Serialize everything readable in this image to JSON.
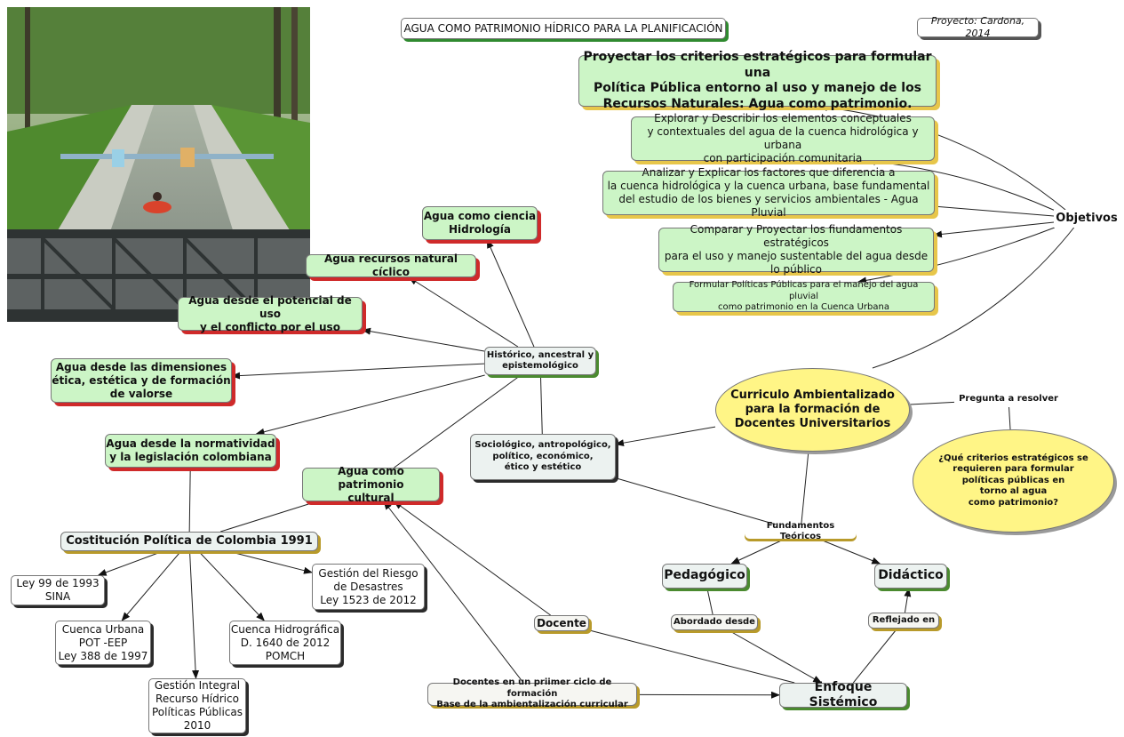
{
  "title": "AGUA COMO PATRIMONIO HÍDRICO PARA LA PLANIFICACIÓN",
  "project": "Proyecto: Cardona, 2014",
  "objectives_label": "Objetivos",
  "objectives": [
    "Proyectar los criterios estratégicos para formular una\nPolítica Pública entorno al uso y manejo de los\nRecursos Naturales: Agua como patrimonio.",
    "Explorar y Describir los elementos conceptuales\ny contextuales del agua de la cuenca hidrológica y urbana\ncon participación comunitaria",
    "Analizar y Explicar los factores que diferencia a\nla cuenca hidrológica y la cuenca urbana, base fundamental\ndel estudio de los bienes y servicios ambientales - Agua Pluvial",
    "Comparar y Proyectar los fiundamentos estratégicos\npara el uso y manejo sustentable del agua desde\nlo público",
    "Formular Políticas Públicas para el manejo del agua pluvial\ncomo patrimonio en la Cuenca Urbana"
  ],
  "central": "Curriculo Ambientalizado\npara la formación de\nDocentes Universitarios",
  "question_label": "Pregunta a resolver",
  "question": "¿Qué criterios estratégicos se\nrequieren para formular\npolíticas públicas en\ntorno al agua\ncomo patrimonio?",
  "historico": "Histórico, ancestral y\nepistemológico",
  "sociologico": "Sociológico, antropológico,\npolítico, económico,\nético y estético",
  "agua_nodes": {
    "ciencia": "Agua como ciencia\nHidrología",
    "ciclico": "Agua recursos natural cíclico",
    "potencial": "Agua desde el potencial de uso\ny el conflicto por el uso",
    "dimensiones": "Agua desde las dimensiones\nética, estética y de formación\nde valorse",
    "normatividad": "Agua desde la normatividad\ny la legislación colombiana",
    "patrimonio": "Agua como patrimonio\ncultural"
  },
  "constitucion": "Costitución Política de Colombia 1991",
  "laws": {
    "ley99": "Ley 99 de 1993\nSINA",
    "cuenca_urbana": "Cuenca Urbana\nPOT -EEP\nLey 388 de 1997",
    "gestion_integral": "Gestión Integral\nRecurso Hídrico\nPolíticas Públicas\n2010",
    "cuenca_hidro": "Cuenca Hidrográfica\nD. 1640 de 2012\nPOMCH",
    "gestion_riesgo": "Gestión del Riesgo\nde Desastres\nLey 1523 de 2012"
  },
  "fundamentos": "Fundamentos Teóricos",
  "pedagogico": "Pedagógico",
  "didactico": "Didáctico",
  "abordado": "Abordado desde",
  "reflejado": "Reflejado en",
  "docente": "Docente",
  "docentes_ciclo": "Docentes en un priimer ciclo de formación\nBase de la ambientalización curricular",
  "enfoque": "Enfoque Sistémico",
  "colors": {
    "green_fill": "#ccf5c6",
    "red_shadow": "#cf2a2a",
    "yellow_ellipse": "#fff586",
    "yellow_shadow": "#e7c64a"
  }
}
